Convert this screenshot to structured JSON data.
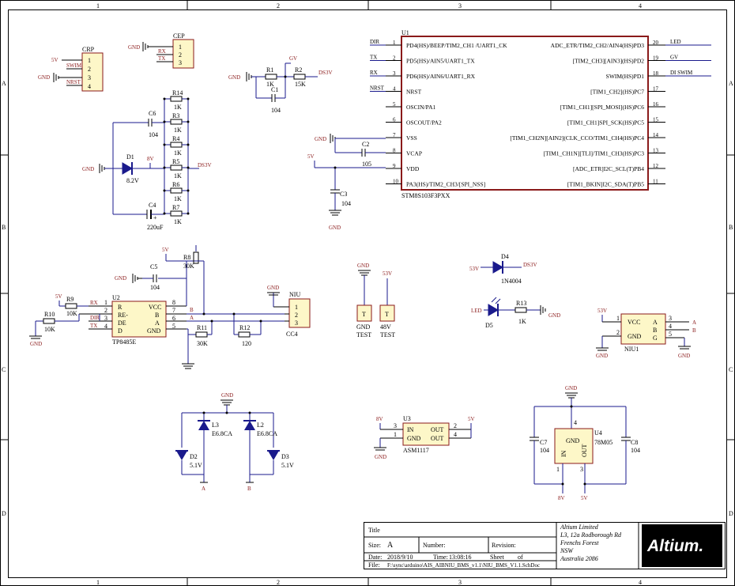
{
  "frame": {
    "cols": [
      "1",
      "2",
      "3",
      "4"
    ],
    "rows": [
      "A",
      "B",
      "C",
      "D"
    ]
  },
  "crp": {
    "ref": "CRP",
    "pins": [
      "1",
      "2",
      "3",
      "4"
    ],
    "nets": [
      "5V",
      "SWIM",
      "GND",
      "NRST"
    ]
  },
  "cep": {
    "ref": "CEP",
    "pins": [
      "1",
      "2",
      "3"
    ],
    "nets": [
      "GND",
      "RX",
      "TX"
    ]
  },
  "r1": {
    "ref": "R1",
    "val": "1K"
  },
  "r2": {
    "ref": "R2",
    "val": "15K"
  },
  "c1": {
    "ref": "C1",
    "val": "104"
  },
  "gv_net": "GV",
  "ds3v_net": "DS3V",
  "u1": {
    "ref": "U1",
    "part": "STM8S103F3PXX",
    "left_pins": [
      {
        "n": "1",
        "name": "PD4(HS)/BEEP/TIM2_CH1 /UART1_CK",
        "net": "DIR",
        "cls": "p"
      },
      {
        "n": "2",
        "name": "PD5(HS)/AIN5/UART1_TX",
        "net": "TX",
        "cls": "p"
      },
      {
        "n": "3",
        "name": "PD6(HS)/AIN6/UART1_RX",
        "net": "RX",
        "cls": "p"
      },
      {
        "n": "4",
        "name": "NRST",
        "net": "NRST",
        "cls": "blue"
      },
      {
        "n": "5",
        "name": "OSCIN/PA1",
        "net": "",
        "cls": "mag"
      },
      {
        "n": "6",
        "name": "OSCOUT/PA2",
        "net": "",
        "cls": "mag"
      },
      {
        "n": "7",
        "name": "VSS",
        "net": "",
        "cls": "red"
      },
      {
        "n": "8",
        "name": "VCAP",
        "net": "",
        "cls": "red"
      },
      {
        "n": "9",
        "name": "VDD",
        "net": "",
        "cls": "red"
      },
      {
        "n": "10",
        "name": "PA3(HS)/TIM2_CH3/[SPI_NSS]",
        "net": "",
        "cls": "p"
      }
    ],
    "right_pins": [
      {
        "n": "20",
        "name": "ADC_ETR/TIM2_CH2/AIN4(HS)PD3",
        "net": "LED"
      },
      {
        "n": "19",
        "name": "[TIM2_CH3][AIN3](HS)PD2",
        "net": "GV"
      },
      {
        "n": "18",
        "name": "SWIM(HS)PD1",
        "net": "DI  SWIM"
      },
      {
        "n": "17",
        "name": "[TIM1_CH2](HS)PC7",
        "net": ""
      },
      {
        "n": "16",
        "name": "[TIM1_CH1][SPI_MOSI](HS)PC6",
        "net": ""
      },
      {
        "n": "15",
        "name": "[TIM1_CH1]SPI_SCK(HS)PC5",
        "net": ""
      },
      {
        "n": "14",
        "name": "[TIM1_CH2N][AIN2](CLK_CCO/TIM1_CH4(HS)PC4",
        "net": ""
      },
      {
        "n": "13",
        "name": "[TIM1_CH1N][TLI]/TIM1_CH3(HS)PC3",
        "net": ""
      },
      {
        "n": "12",
        "name": "[ADC_ETR]I2C_SCL(T)PB4",
        "net": ""
      },
      {
        "n": "11",
        "name": "[TIM1_BKIN]I2C_SDA(T)PB5",
        "net": ""
      }
    ]
  },
  "c2": {
    "ref": "C2",
    "val": "105"
  },
  "c3": {
    "ref": "C3",
    "val": "104"
  },
  "gnd": "GND",
  "v5": "5V",
  "c6": {
    "ref": "C6",
    "val": "104"
  },
  "d1": {
    "ref": "D1",
    "val": "8.2V"
  },
  "net8v": "8V",
  "c4": {
    "ref": "C4",
    "val": "220uF"
  },
  "r14": {
    "ref": "R14",
    "val": "1K"
  },
  "r3": {
    "ref": "R3",
    "val": "1K"
  },
  "r4": {
    "ref": "R4",
    "val": "1K"
  },
  "r5": {
    "ref": "R5",
    "val": "1K"
  },
  "r6": {
    "ref": "R6",
    "val": "1K"
  },
  "r7": {
    "ref": "R7",
    "val": "1K"
  },
  "c5": {
    "ref": "C5",
    "val": "104"
  },
  "r8": {
    "ref": "R8",
    "val": "30K"
  },
  "u2": {
    "ref": "U2",
    "part": "TP8485E",
    "lpins": [
      "R",
      "RE-",
      "DE",
      "D"
    ],
    "rpins": [
      "VCC",
      "B",
      "A",
      "GND"
    ],
    "lnums": [
      "1",
      "2",
      "3",
      "4"
    ],
    "rnums": [
      "8",
      "7",
      "6",
      "5"
    ]
  },
  "r9": {
    "ref": "R9",
    "val": "10K"
  },
  "r10": {
    "ref": "R10",
    "val": "10K"
  },
  "r11": {
    "ref": "R11",
    "val": "30K"
  },
  "r12": {
    "ref": "R12",
    "val": "120"
  },
  "niu": {
    "ref": "NIU",
    "part": "CC4",
    "pins": [
      "1",
      "2",
      "3"
    ]
  },
  "netA": "A",
  "netB": "B",
  "gnd_test": {
    "label": "GND",
    "sub": "TEST",
    "pin": "T"
  },
  "v48_test": {
    "label": "48V",
    "sub": "TEST",
    "pin": "T",
    "net": "53V"
  },
  "d4": {
    "ref": "D4",
    "val": "1N4004",
    "lnet": "53V",
    "rnet": "DS3V"
  },
  "d5": {
    "ref": "D5",
    "net": "LED"
  },
  "r13": {
    "ref": "R13",
    "val": "1K"
  },
  "niu1": {
    "ref": "NIU1",
    "net": "53V",
    "pins": [
      "VCC",
      "GND",
      "A",
      "B",
      "G"
    ],
    "nums": [
      "1",
      "2",
      "3",
      "4",
      "5"
    ]
  },
  "l3": {
    "ref": "L3",
    "val": "E6.8CA"
  },
  "l2": {
    "ref": "L2",
    "val": "E6.8CA"
  },
  "d2": {
    "ref": "D2",
    "val": "5.1V"
  },
  "d3": {
    "ref": "D3",
    "val": "5.1V"
  },
  "u3": {
    "ref": "U3",
    "part": "ASM1117",
    "lpins": [
      "IN",
      "GND"
    ],
    "rpins": [
      "OUT",
      "OUT"
    ],
    "lnums": [
      "3",
      "1"
    ],
    "rnums": [
      "2",
      "4"
    ],
    "lnet": "8V",
    "rnet": "5V"
  },
  "u4": {
    "ref": "U4",
    "part": "78M05",
    "pins": [
      "GND",
      "IN",
      "OUT"
    ],
    "nums": [
      "4",
      "1",
      "3"
    ],
    "bnet1": "8V",
    "bnet2": "5V"
  },
  "c7": {
    "ref": "C7",
    "val": "104"
  },
  "c8": {
    "ref": "C8",
    "val": "104"
  },
  "titleblock": {
    "title": "Title",
    "size_label": "Size:",
    "size": "A",
    "number_label": "Number:",
    "revision_label": "Revision:",
    "date_label": "Date:",
    "date": "2018/9/10",
    "time_label": "Time:",
    "time": "13:08:16",
    "sheet_label": "Sheet",
    "of_label": "of",
    "file_label": "File:",
    "file": "F:\\sync\\arduino\\AIS_AIBNIU_BMS_v1.1\\NIU_BMS_V1.1.SchDoc",
    "company": [
      "Altium Limited",
      "L3, 12a Rodborough Rd",
      "Frenchs Forest",
      "NSW",
      "Australia 2086"
    ],
    "logo": "Altium."
  }
}
